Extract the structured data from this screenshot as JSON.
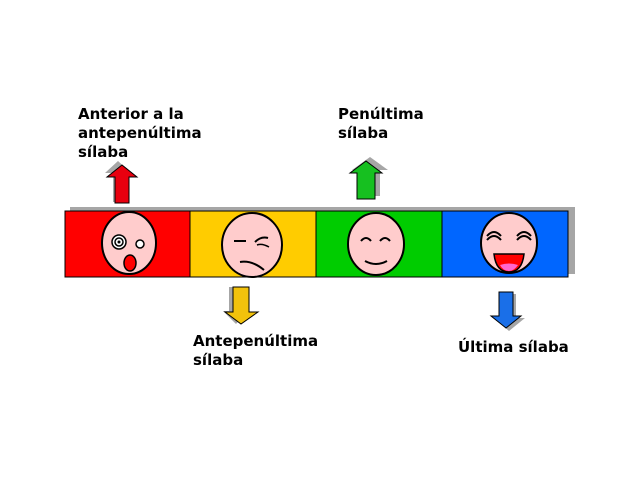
{
  "syllables": [
    {
      "label_lines": [
        "Anterior a la",
        "antepenúltima",
        "sílaba"
      ],
      "box_color": "#ff0000",
      "arrow_color": "#e8000f",
      "arrow_direction": "up",
      "face_expression": "surprised",
      "icon": "surprised-face-icon"
    },
    {
      "label_lines": [
        "Antepenúltima",
        "sílaba"
      ],
      "box_color": "#ffcc00",
      "arrow_color": "#f2c20c",
      "arrow_direction": "down",
      "face_expression": "annoyed",
      "icon": "annoyed-face-icon"
    },
    {
      "label_lines": [
        "Penúltima",
        "sílaba"
      ],
      "box_color": "#00cc00",
      "arrow_color": "#16c020",
      "arrow_direction": "up",
      "face_expression": "smiling",
      "icon": "smiling-face-icon"
    },
    {
      "label_lines": [
        "Última sílaba"
      ],
      "box_color": "#0066ff",
      "arrow_color": "#1a6fe8",
      "arrow_direction": "down",
      "face_expression": "laughing",
      "icon": "laughing-face-icon"
    }
  ],
  "colors": {
    "face_fill": "#ffcccc",
    "outline": "#000000",
    "shadow": "#a6a6a6",
    "mouth_red": "#ff0000",
    "tongue_pink": "#ff66cc"
  }
}
